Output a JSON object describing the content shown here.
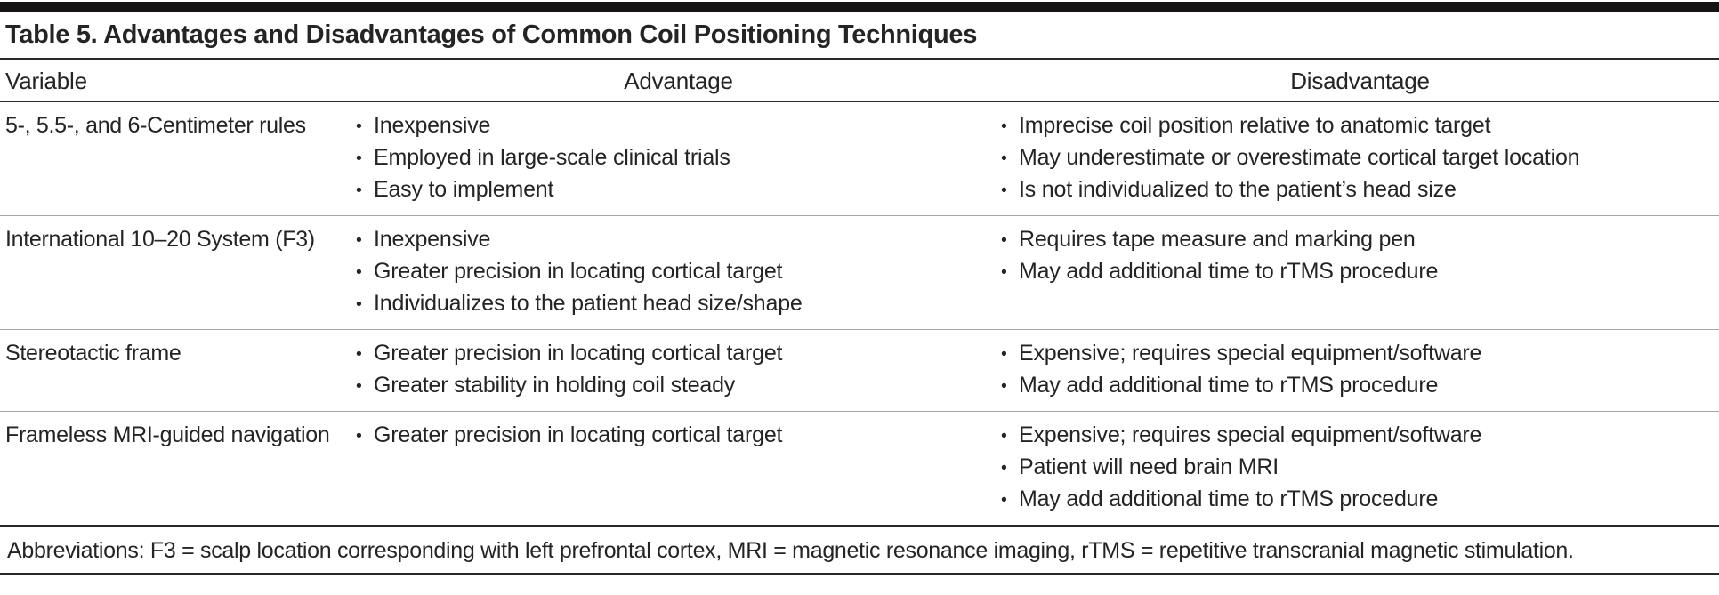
{
  "table": {
    "title": "Table 5. Advantages and Disadvantages of Common Coil Positioning Techniques",
    "columns": {
      "variable": "Variable",
      "advantage": "Advantage",
      "disadvantage": "Disadvantage"
    },
    "rows": [
      {
        "variable": "5-, 5.5-, and 6-Centimeter rules",
        "advantages": [
          "Inexpensive",
          "Employed in large-scale clinical trials",
          "Easy to implement"
        ],
        "disadvantages": [
          "Imprecise coil position relative to anatomic target",
          "May underestimate or overestimate cortical target location",
          "Is not individualized to the patient’s head size"
        ]
      },
      {
        "variable": "International 10–20 System (F3)",
        "advantages": [
          "Inexpensive",
          "Greater precision in locating cortical target",
          "Individualizes to the patient head size/shape"
        ],
        "disadvantages": [
          "Requires tape measure and marking pen",
          "May add additional time to rTMS procedure"
        ]
      },
      {
        "variable": "Stereotactic frame",
        "advantages": [
          "Greater precision in locating cortical target",
          "Greater stability in holding coil steady"
        ],
        "disadvantages": [
          "Expensive; requires special equipment/software",
          "May add additional time to rTMS procedure"
        ]
      },
      {
        "variable": "Frameless MRI-guided navigation",
        "advantages": [
          "Greater precision in locating cortical target"
        ],
        "disadvantages": [
          "Expensive; requires special equipment/software",
          "Patient will need brain MRI",
          "May add additional time to rTMS procedure"
        ]
      }
    ],
    "footnote": "Abbreviations: F3 = scalp location corresponding with left prefrontal cortex, MRI = magnetic resonance imaging, rTMS = repetitive transcranial magnetic stimulation.",
    "colors": {
      "text": "#262324",
      "heavy_rule": "#2b2829",
      "light_rule": "#a6a6a6",
      "top_bar": "#161314"
    }
  }
}
